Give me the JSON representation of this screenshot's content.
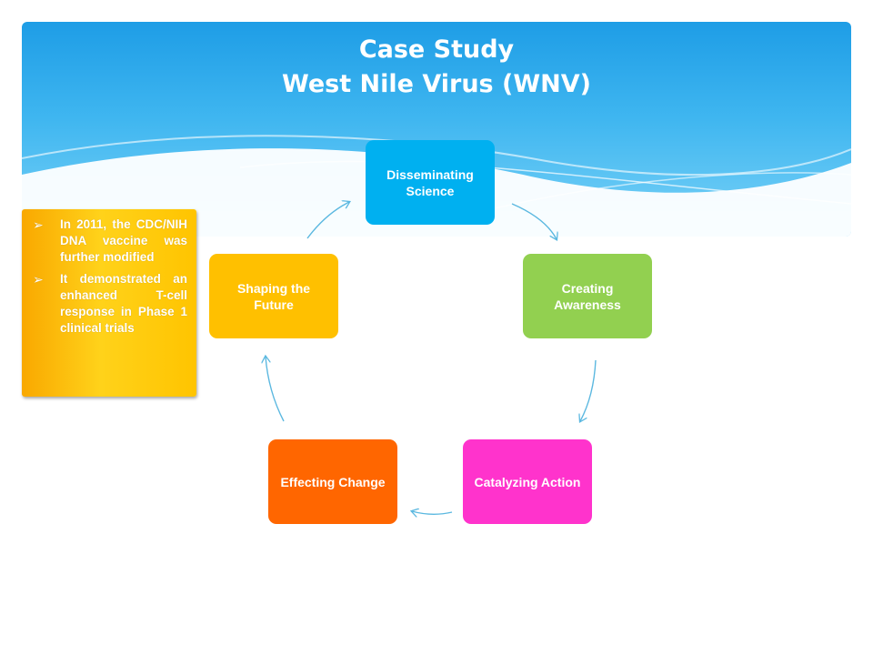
{
  "header": {
    "title_line1": "Case Study",
    "title_line2": "West Nile Virus (WNV)"
  },
  "cycle": {
    "nodes": [
      {
        "id": "disseminating-science",
        "label": "Disseminating Science",
        "color": "#00b0f0"
      },
      {
        "id": "creating-awareness",
        "label": "Creating Awareness",
        "color": "#92d050"
      },
      {
        "id": "catalyzing-action",
        "label": "Catalyzing Action",
        "color": "#ff33cc"
      },
      {
        "id": "effecting-change",
        "label": "Effecting Change",
        "color": "#ff6600"
      },
      {
        "id": "shaping-the-future",
        "label": "Shaping the Future",
        "color": "#ffc000"
      }
    ],
    "arrow_color": "#5bb8e0"
  },
  "callout": {
    "bullet_icon": "arrowhead-bullet-icon",
    "bullets": [
      "In 2011, the CDC/NIH DNA vaccine was further modified",
      "It demonstrated an enhanced T-cell response in Phase 1 clinical trials"
    ]
  }
}
